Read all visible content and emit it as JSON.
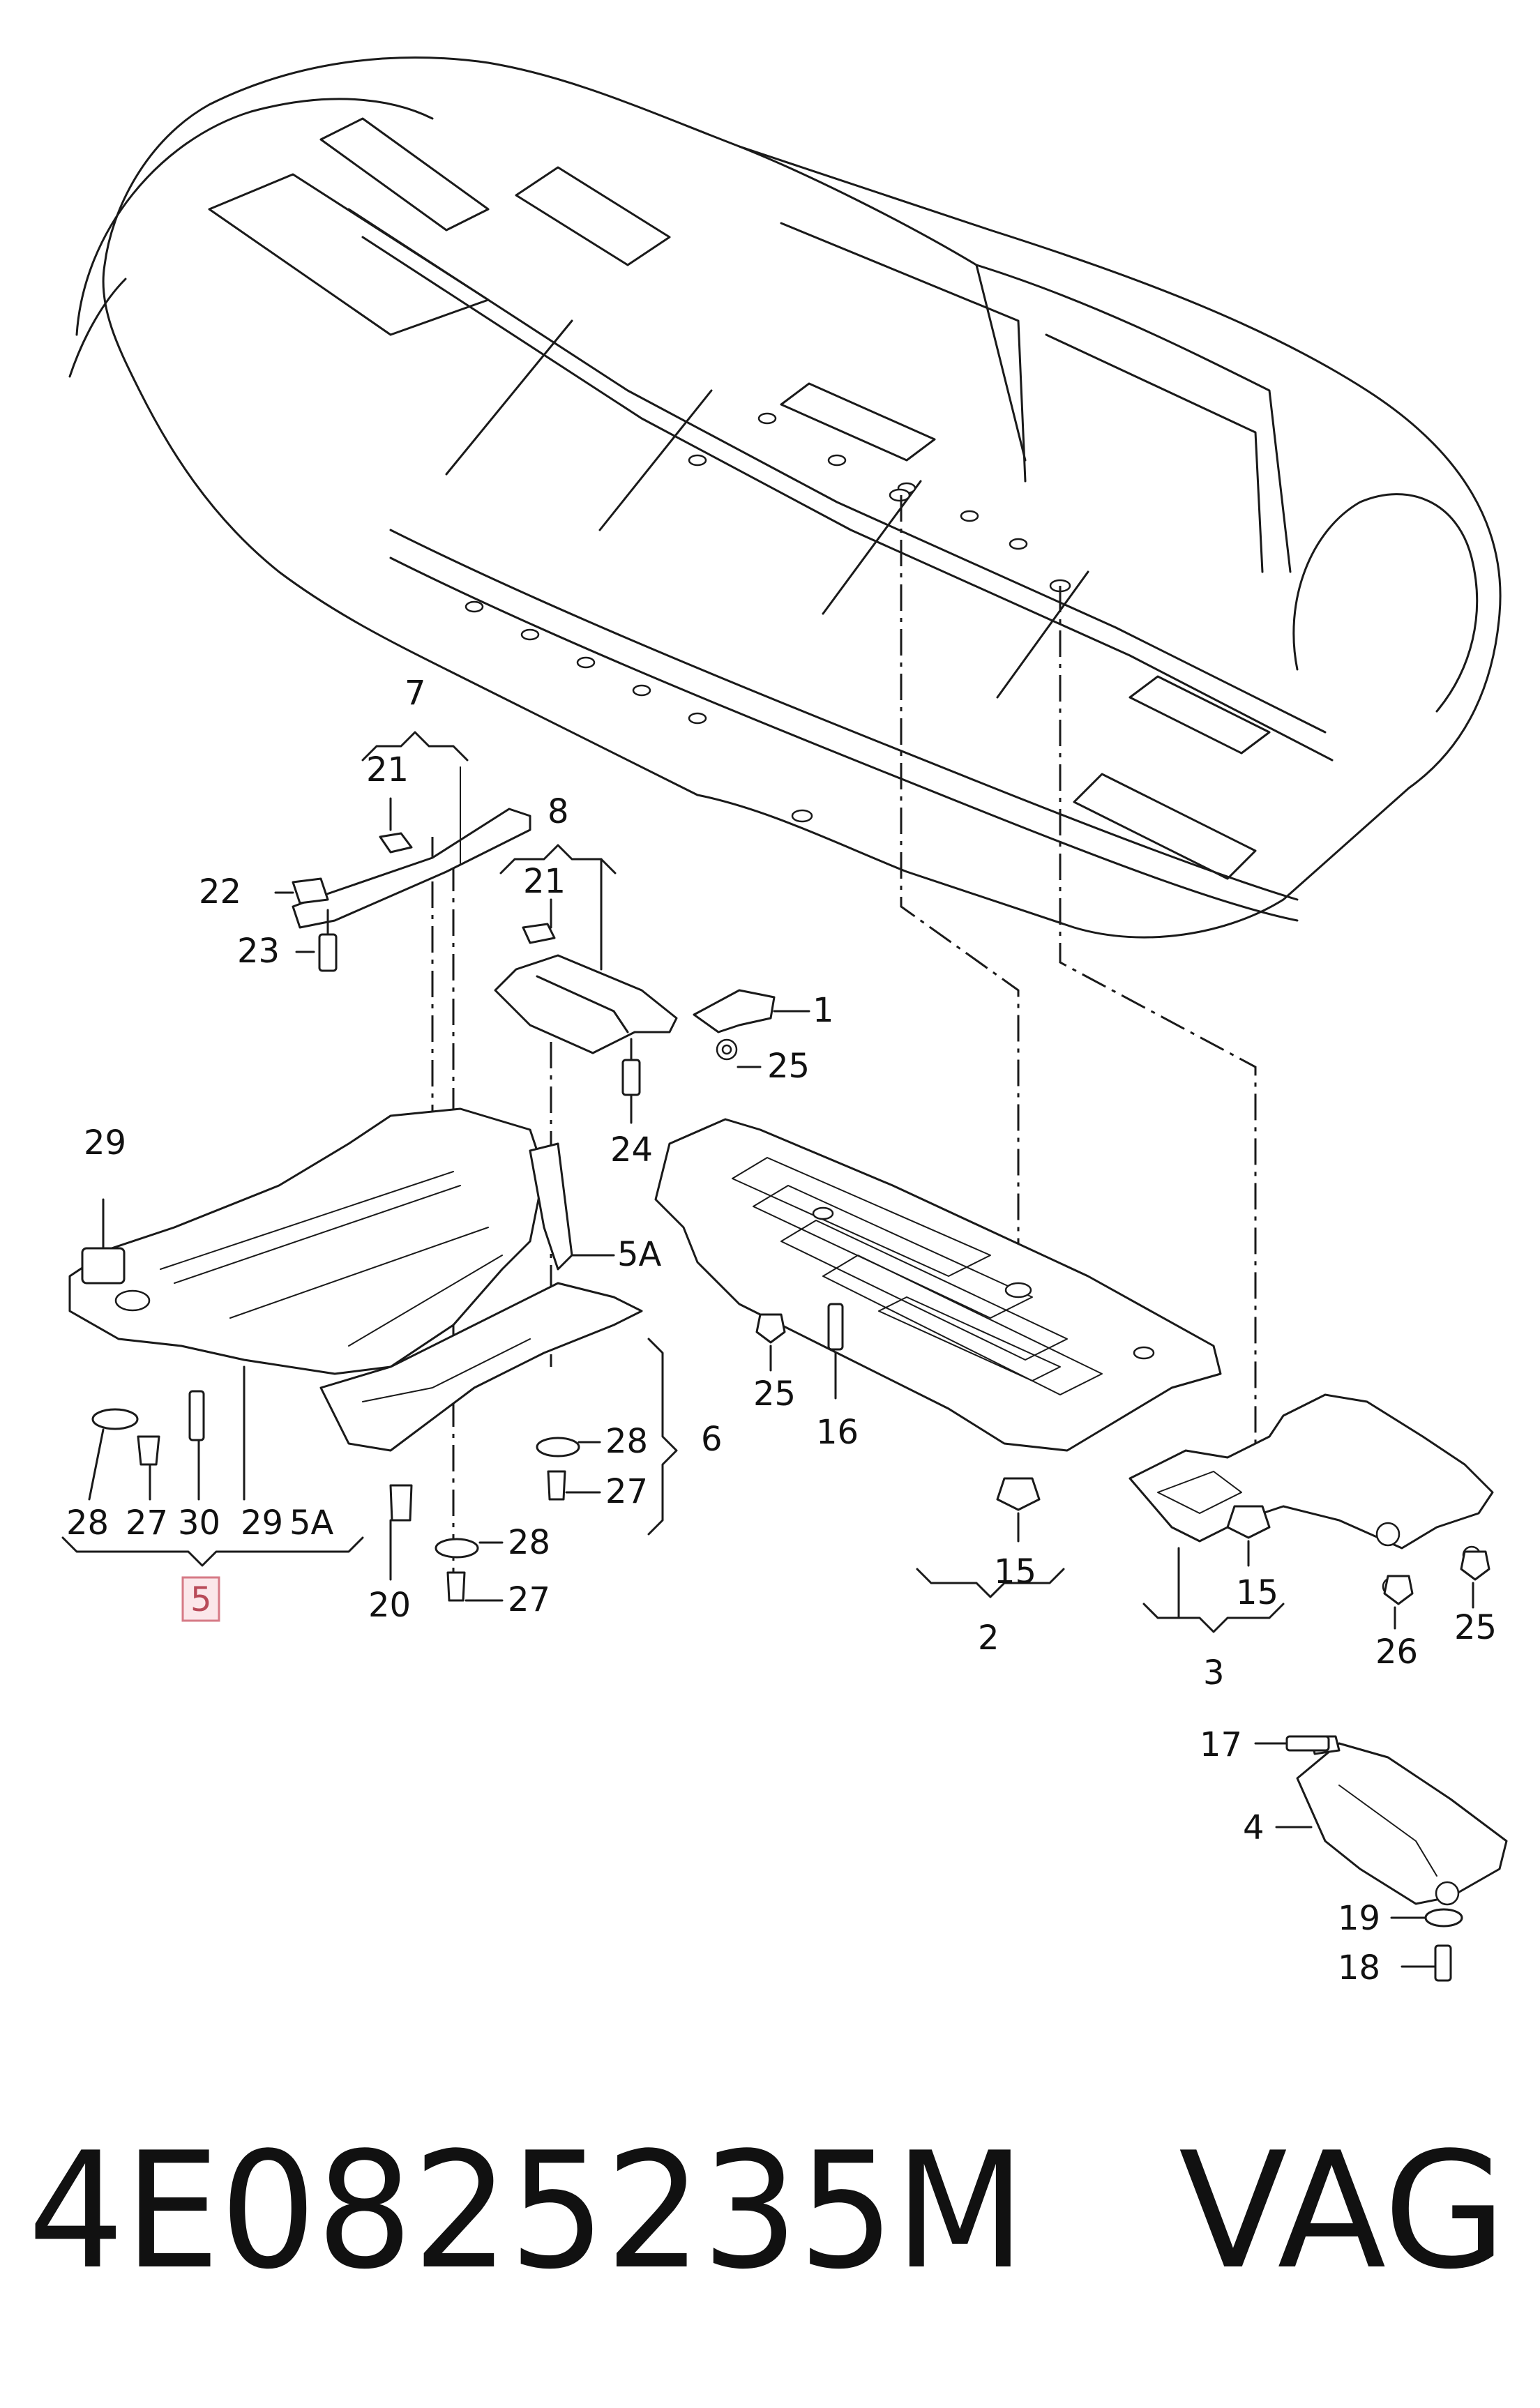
{
  "callouts": {
    "c1": "1",
    "c2": "2",
    "c3": "3",
    "c4": "4",
    "c5": "5",
    "c5a": "5A",
    "c5a_b": "5A",
    "c6": "6",
    "c7": "7",
    "c8": "8",
    "c15a": "15",
    "c15b": "15",
    "c16": "16",
    "c17": "17",
    "c18": "18",
    "c19": "19",
    "c20": "20",
    "c21a": "21",
    "c21b": "21",
    "c22": "22",
    "c23": "23",
    "c24": "24",
    "c25a": "25",
    "c25b": "25",
    "c25c": "25",
    "c26": "26",
    "c27a": "27",
    "c27b": "27",
    "c27c": "27",
    "c28a": "28",
    "c28b": "28",
    "c28c": "28",
    "c29a": "29",
    "c29b": "29",
    "c30": "30"
  },
  "footer": {
    "part_number": "4E0825235M",
    "brand": "VAG"
  },
  "colors": {
    "line": "#1a1a1a",
    "highlight_border": "#d67a86",
    "highlight_fill": "#fbe7ea",
    "highlight_text": "#b84a58"
  }
}
